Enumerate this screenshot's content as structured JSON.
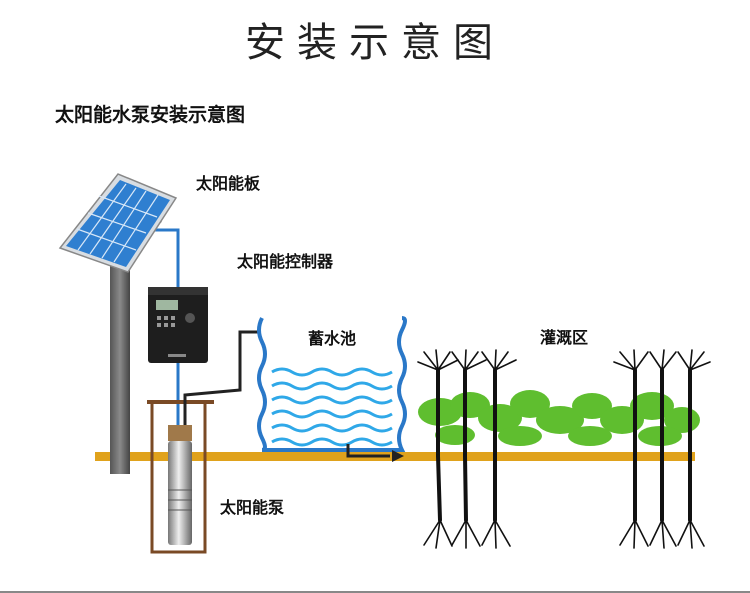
{
  "page_title": "安装示意图",
  "diagram_title": "太阳能水泵安装示意图",
  "labels": {
    "solar_panel": "太阳能板",
    "controller": "太阳能控制器",
    "reservoir": "蓄水池",
    "irrigation": "灌溉区",
    "pump": "太阳能泵"
  },
  "colors": {
    "ground": "#e0a21c",
    "pipe": "#2a78c8",
    "cable": "#222222",
    "well": "#7a4a25",
    "panel": "#2f7fd0",
    "water": "#2fa8e8",
    "plant": "#5fbe2f"
  }
}
